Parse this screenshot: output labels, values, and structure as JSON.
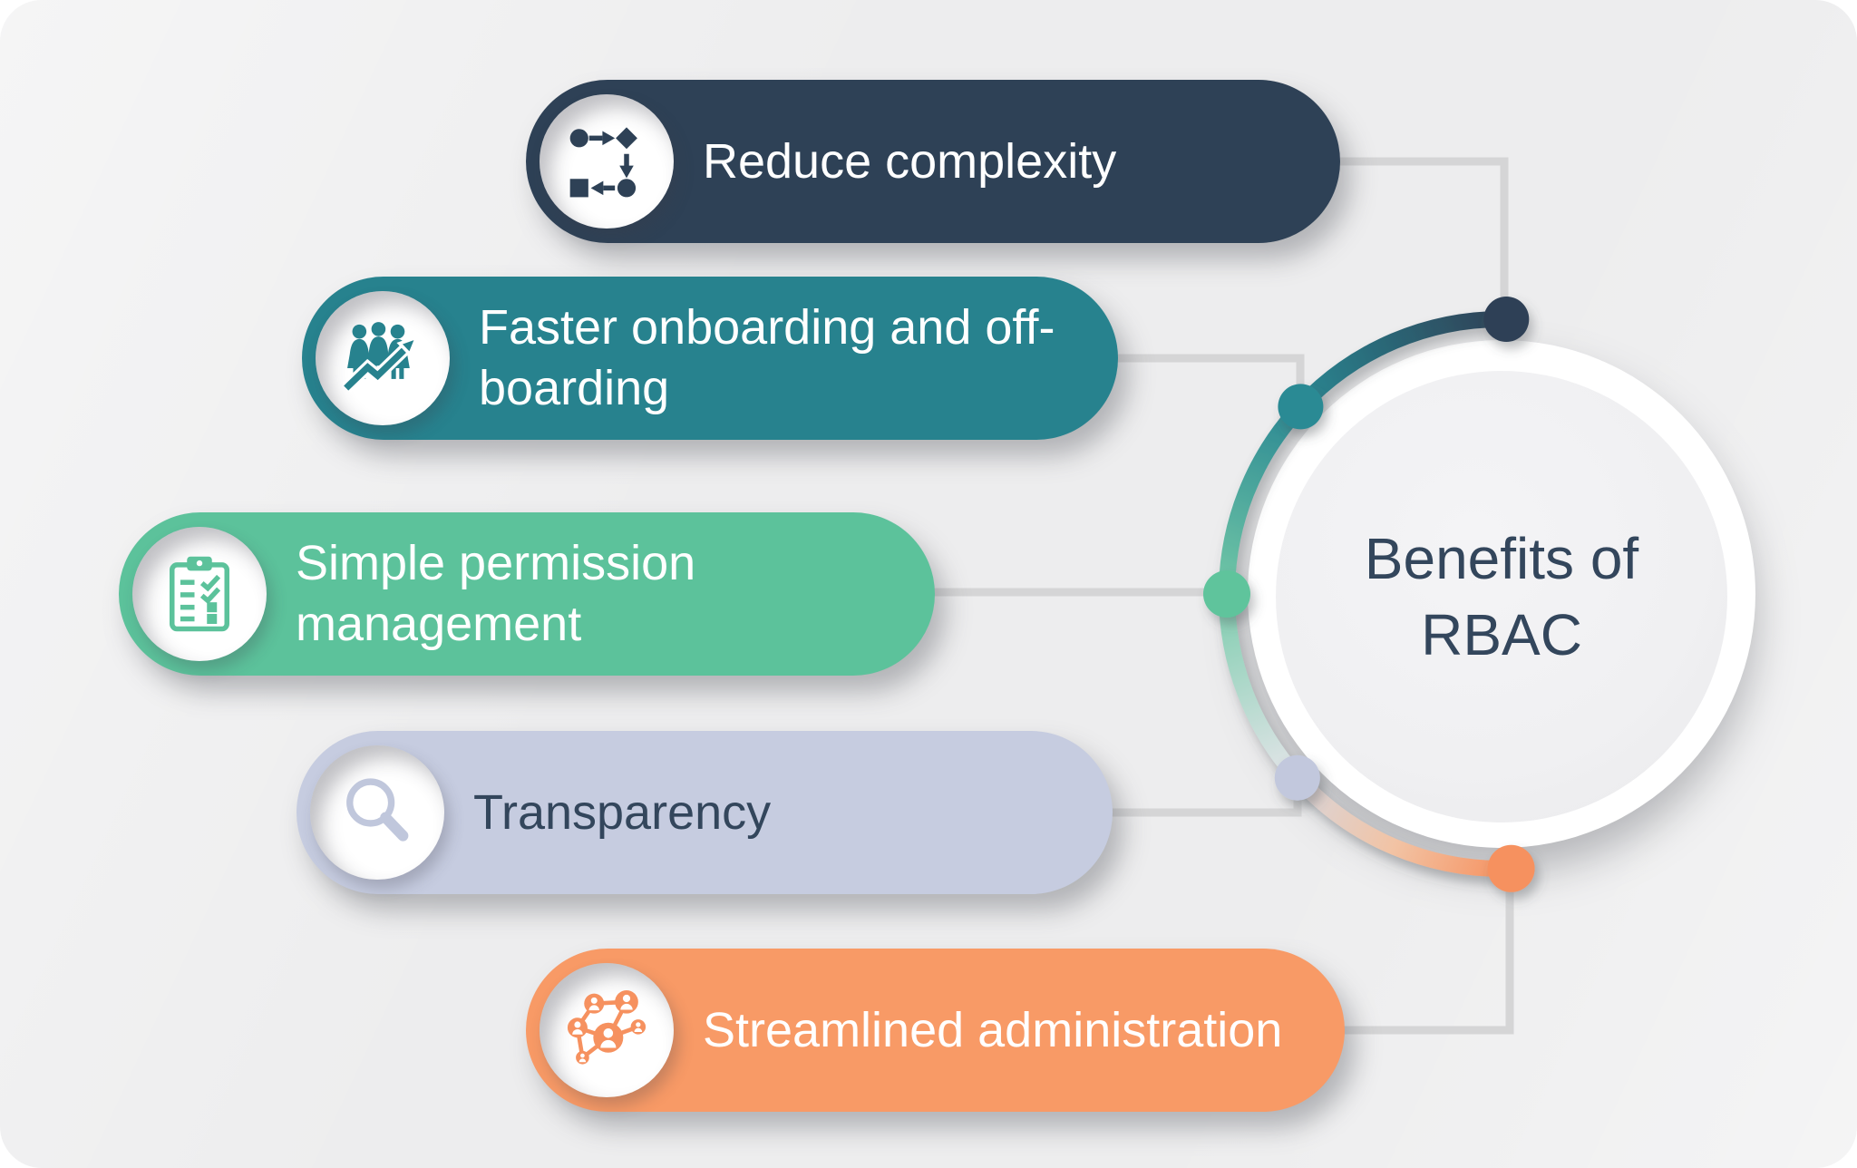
{
  "infographic": {
    "background_color": "#EDEDEE",
    "connector_color": "#D5D5D6",
    "center": {
      "title_line1": "Benefits of",
      "title_line2": "RBAC",
      "text_color": "#33465C",
      "circle_color": "#F0F0F2",
      "ring_color": "#FFFFFF"
    },
    "benefits": [
      {
        "label": "Reduce complexity",
        "icon": "flowchart-icon",
        "pill_color": "#2E4156",
        "text_color": "#FFFFFF",
        "dot_color": "#2E4156"
      },
      {
        "label": "Faster onboarding and off-boarding",
        "icon": "people-growth-icon",
        "pill_color": "#27828E",
        "text_color": "#FFFFFF",
        "dot_color": "#2B8A94"
      },
      {
        "label": "Simple permission management",
        "icon": "checklist-icon",
        "pill_color": "#5CC29B",
        "text_color": "#FFFFFF",
        "dot_color": "#5EC49C"
      },
      {
        "label": "Transparency",
        "icon": "magnifier-icon",
        "pill_color": "#C6CCE0",
        "text_color": "#33465C",
        "dot_color": "#C2C8DD"
      },
      {
        "label": "Streamlined administration",
        "icon": "people-network-icon",
        "pill_color": "#F89A66",
        "text_color": "#FFFFFF",
        "dot_color": "#F6915F"
      }
    ]
  }
}
